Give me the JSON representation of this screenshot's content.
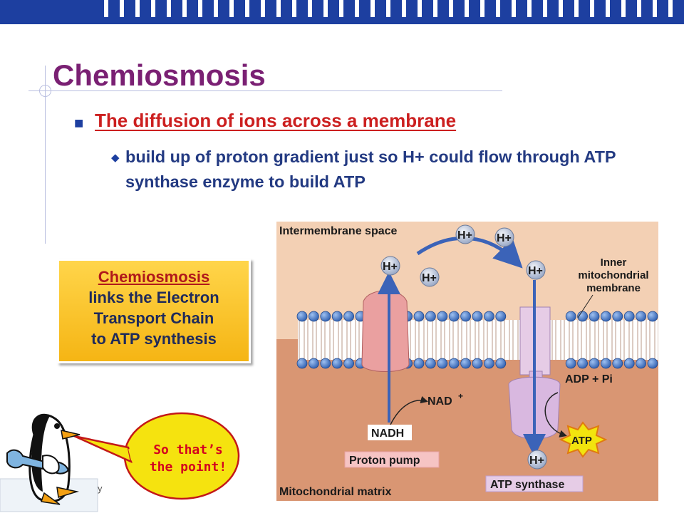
{
  "slide": {
    "title": "Chemiosmosis",
    "lead_bullet": "The diffusion of ions across a membrane",
    "sub_bullet": "build up of proton gradient just so H+ could flow through ATP synthase enzyme to build ATP"
  },
  "callout": {
    "line1": "Chemiosmosis",
    "line2": "links the Electron",
    "line3": "Transport Chain",
    "line4": "to ATP synthesis"
  },
  "diagram": {
    "intermembrane_label": "Intermembrane space",
    "inner_membrane_label_1": "Inner",
    "inner_membrane_label_2": "mitochondrial",
    "inner_membrane_label_3": "membrane",
    "proton": "H+",
    "nadh": "NADH",
    "nad": "NAD",
    "nad_sup": "+",
    "adp_pi": "ADP + Pi",
    "atp": "ATP",
    "proton_pump": "Proton pump",
    "atp_synthase": "ATP synthase",
    "matrix_label": "Mitochondrial matrix"
  },
  "speech": {
    "line1": "So that’s",
    "line2": "the point!"
  },
  "corner_letter": "y",
  "colors": {
    "top_bar": "#1d3fa0",
    "title": "#7a2073",
    "lead": "#cc1f1f",
    "sub": "#233a82",
    "callout_bg": "#f7c22c",
    "speech_text": "#d3001f",
    "intermembrane_bg": "#f3d0b4",
    "matrix_bg": "#d99673"
  }
}
